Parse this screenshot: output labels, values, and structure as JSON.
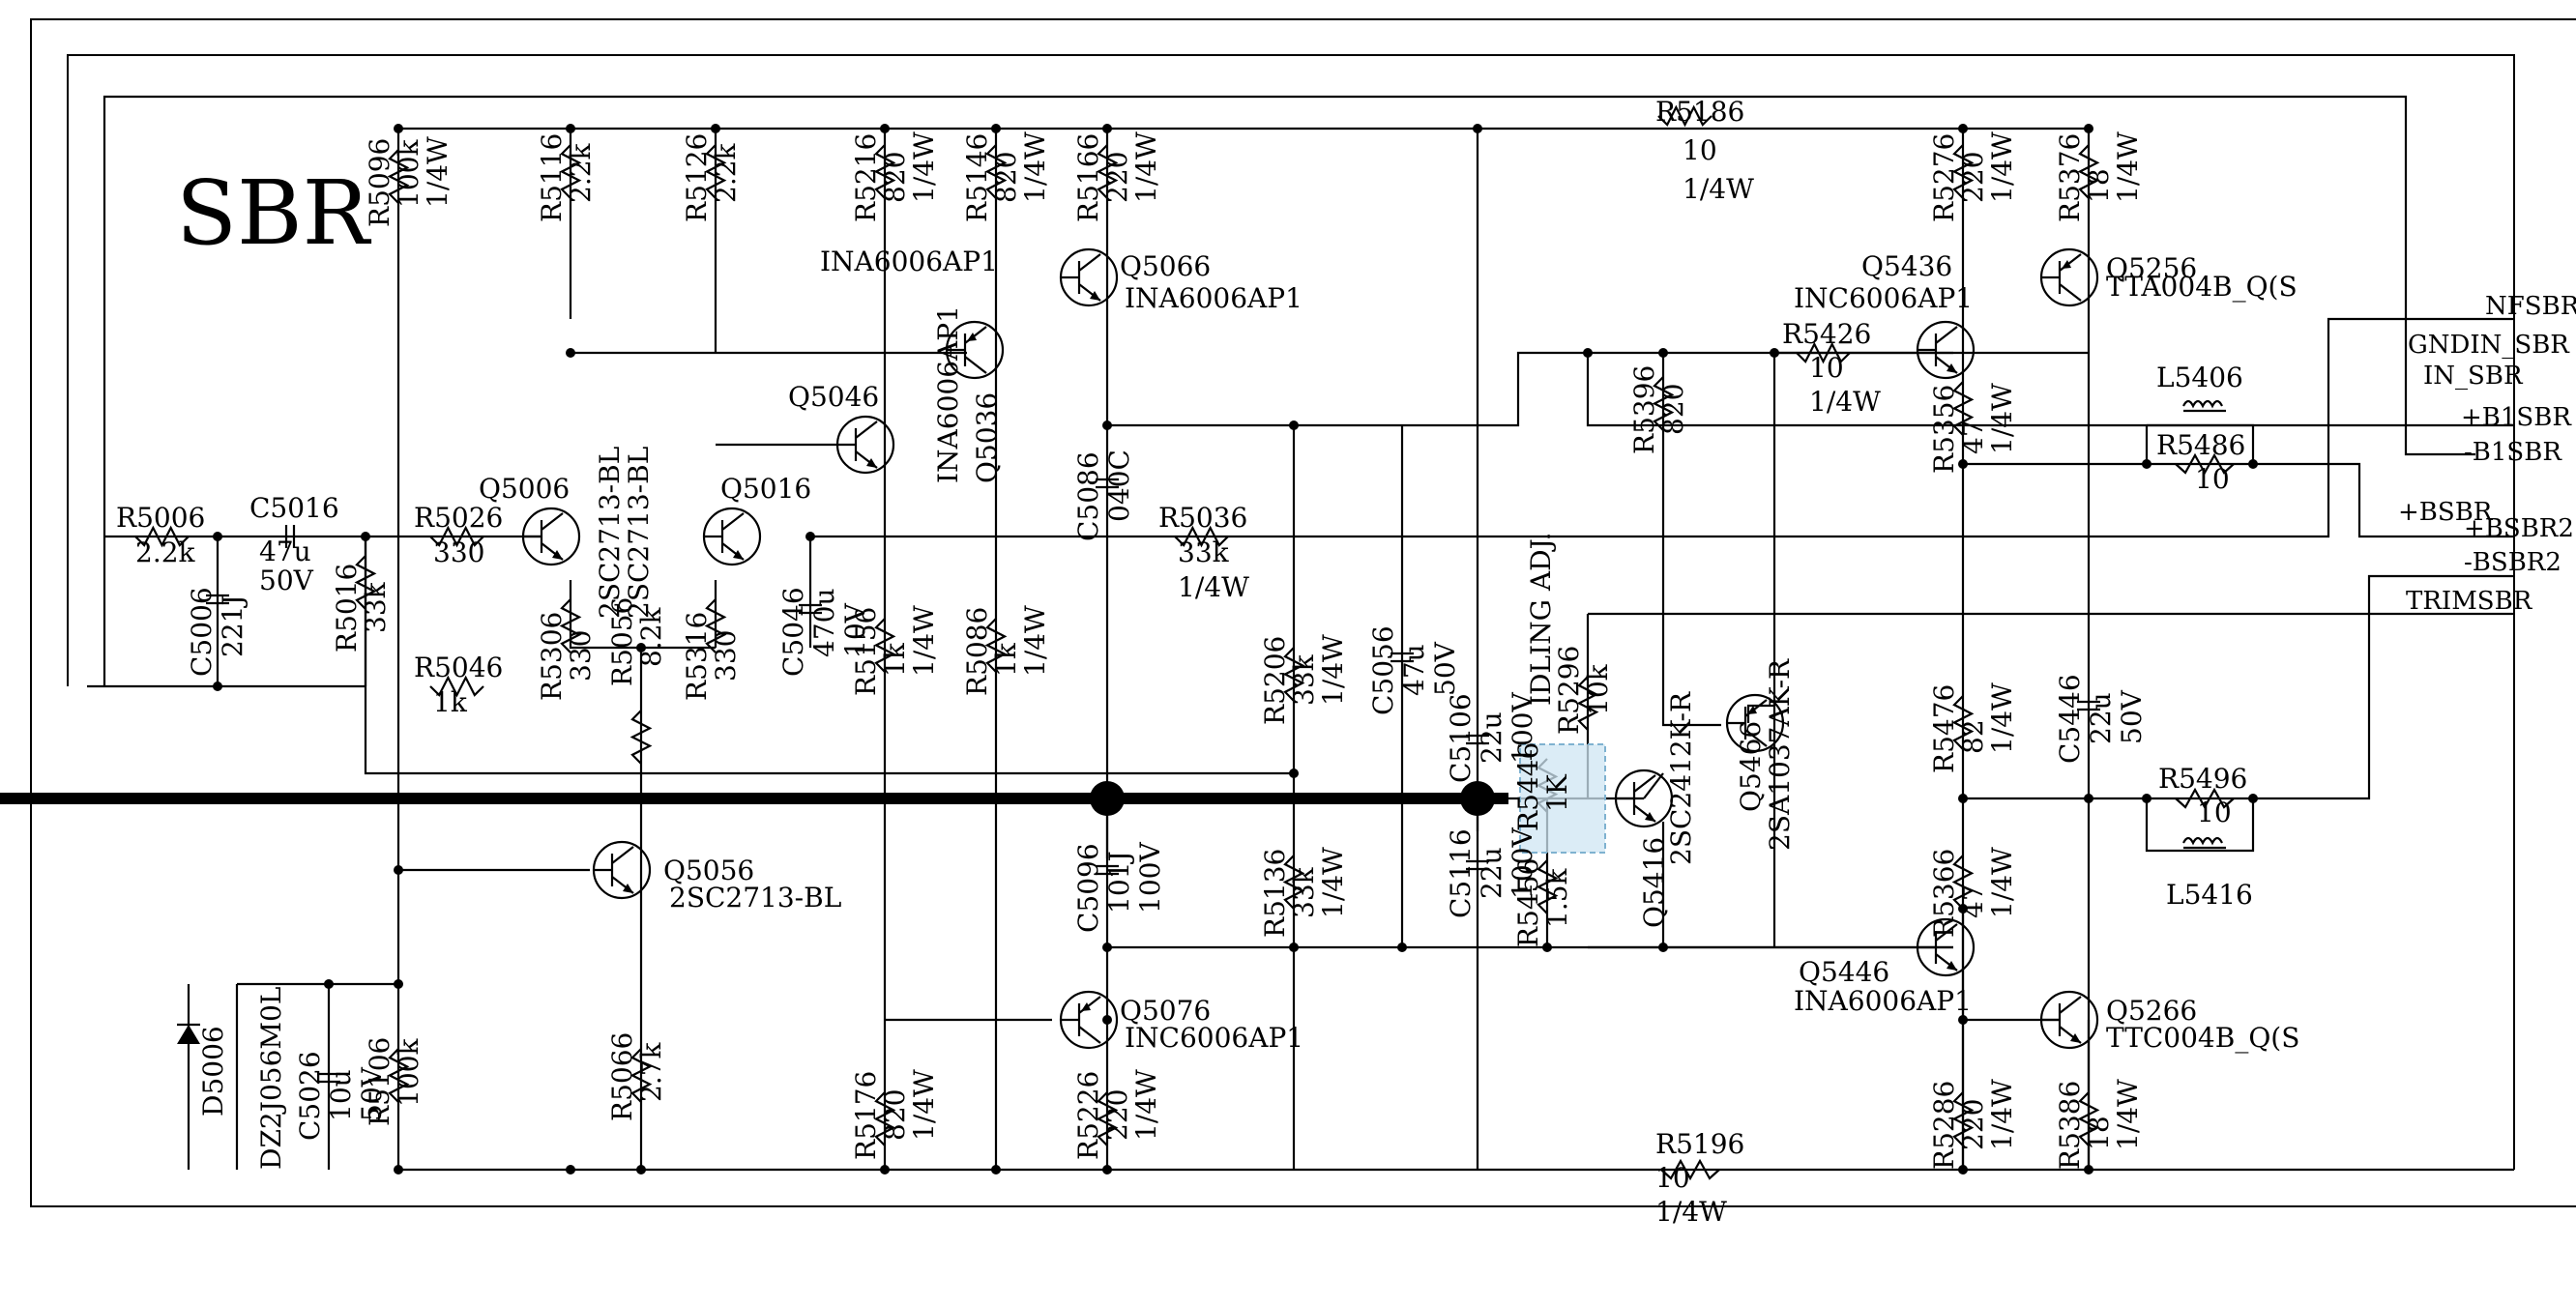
{
  "title": "SBR",
  "annotation": "IDLING ADJ.",
  "highlight": "R5446",
  "resistors": [
    {
      "ref": "R5096",
      "vals": [
        "100k",
        "1/4W"
      ]
    },
    {
      "ref": "R5116",
      "vals": [
        "2.2k"
      ]
    },
    {
      "ref": "R5126",
      "vals": [
        "2.2k"
      ]
    },
    {
      "ref": "R5216",
      "vals": [
        "820",
        "1/4W"
      ]
    },
    {
      "ref": "R5146",
      "vals": [
        "820",
        "1/4W"
      ]
    },
    {
      "ref": "R5166",
      "vals": [
        "220",
        "1/4W"
      ]
    },
    {
      "ref": "R5186",
      "vals": [
        "10",
        "1/4W"
      ]
    },
    {
      "ref": "R5276",
      "vals": [
        "220",
        "1/4W"
      ]
    },
    {
      "ref": "R5376",
      "vals": [
        "18",
        "1/4W"
      ]
    },
    {
      "ref": "R5426",
      "vals": [
        "10",
        "1/4W"
      ]
    },
    {
      "ref": "R5396",
      "vals": [
        "820"
      ]
    },
    {
      "ref": "R5356",
      "vals": [
        "47",
        "1/4W"
      ]
    },
    {
      "ref": "R5486",
      "vals": [
        "10"
      ]
    },
    {
      "ref": "R5006",
      "vals": [
        "2.2k"
      ]
    },
    {
      "ref": "R5026",
      "vals": [
        "330"
      ]
    },
    {
      "ref": "R5016",
      "vals": [
        "33k"
      ]
    },
    {
      "ref": "R5046",
      "vals": [
        "1k"
      ]
    },
    {
      "ref": "R5306",
      "vals": [
        "330"
      ]
    },
    {
      "ref": "R5316",
      "vals": [
        "330"
      ]
    },
    {
      "ref": "R5056",
      "vals": [
        "8.2k"
      ]
    },
    {
      "ref": "R5036",
      "vals": [
        "33k",
        "1/4W"
      ]
    },
    {
      "ref": "R5156",
      "vals": [
        "1k",
        "1/4W"
      ]
    },
    {
      "ref": "R5086",
      "vals": [
        "1k",
        "1/4W"
      ]
    },
    {
      "ref": "R5206",
      "vals": [
        "33k",
        "1/4W"
      ]
    },
    {
      "ref": "R5296",
      "vals": [
        "10k"
      ]
    },
    {
      "ref": "R5446",
      "vals": [
        "1K"
      ]
    },
    {
      "ref": "R5456",
      "vals": [
        "1.5k"
      ]
    },
    {
      "ref": "R5476",
      "vals": [
        "82",
        "1/4W"
      ]
    },
    {
      "ref": "R5496",
      "vals": [
        "10"
      ]
    },
    {
      "ref": "R5366",
      "vals": [
        "47",
        "1/4W"
      ]
    },
    {
      "ref": "R5136",
      "vals": [
        "33k",
        "1/4W"
      ]
    },
    {
      "ref": "R5106",
      "vals": [
        "100k"
      ]
    },
    {
      "ref": "R5066",
      "vals": [
        "2.7k"
      ]
    },
    {
      "ref": "R5176",
      "vals": [
        "820",
        "1/4W"
      ]
    },
    {
      "ref": "R5226",
      "vals": [
        "220",
        "1/4W"
      ]
    },
    {
      "ref": "R5196",
      "vals": [
        "10",
        "1/4W"
      ]
    },
    {
      "ref": "R5286",
      "vals": [
        "220",
        "1/4W"
      ]
    },
    {
      "ref": "R5386",
      "vals": [
        "18",
        "1/4W"
      ]
    }
  ],
  "capacitors": [
    {
      "ref": "C5016",
      "vals": [
        "47u",
        "50V"
      ]
    },
    {
      "ref": "C5006",
      "vals": [
        "221J"
      ]
    },
    {
      "ref": "C5046",
      "vals": [
        "470u",
        "10V"
      ]
    },
    {
      "ref": "C5086",
      "vals": [
        "040C"
      ]
    },
    {
      "ref": "C5056",
      "vals": [
        "47u",
        "50V"
      ]
    },
    {
      "ref": "C5106",
      "vals": [
        "22u",
        "100V"
      ]
    },
    {
      "ref": "C5116",
      "vals": [
        "22u",
        "100V"
      ]
    },
    {
      "ref": "C5096",
      "vals": [
        "101J",
        "100V"
      ]
    },
    {
      "ref": "C5446",
      "vals": [
        "22u",
        "50V"
      ]
    },
    {
      "ref": "C5026",
      "vals": [
        "10u",
        "50V"
      ]
    }
  ],
  "transistors": [
    {
      "ref": "Q5066",
      "part": "INA6006AP1"
    },
    {
      "ref": "Q5036",
      "part": "INA6006AP1"
    },
    {
      "ref": "Q5046",
      "part": ""
    },
    {
      "ref": "Q5006",
      "part": "2SC2713-BL"
    },
    {
      "ref": "Q5016",
      "part": "2SC2713-BL"
    },
    {
      "ref": "Q5436",
      "part": "INC6006AP1"
    },
    {
      "ref": "Q5256",
      "part": "TTA004B_Q(S"
    },
    {
      "ref": "Q5056",
      "part": "2SC2713-BL"
    },
    {
      "ref": "Q5466",
      "part": "2SA1037AK-R"
    },
    {
      "ref": "Q5416",
      "part": "2SC2412K-R"
    },
    {
      "ref": "Q5446",
      "part": "INA6006AP1"
    },
    {
      "ref": "Q5076",
      "part": "INC6006AP1"
    },
    {
      "ref": "Q5266",
      "part": "TTC004B_Q(S"
    }
  ],
  "inductors": [
    {
      "ref": "L5406"
    },
    {
      "ref": "L5416"
    }
  ],
  "diodes": [
    {
      "ref": "D5006",
      "part": "DZ2J056M0L"
    }
  ],
  "ports": [
    {
      "label": "NFSBR"
    },
    {
      "label": "GNDIN_SBR"
    },
    {
      "label": "IN_SBR"
    },
    {
      "label": "+B1SBR"
    },
    {
      "label": "-B1SBR"
    },
    {
      "label": "+BSBR"
    },
    {
      "label": "+BSBR2"
    },
    {
      "label": "-BSBR2"
    },
    {
      "label": "TRIMSBR"
    }
  ]
}
